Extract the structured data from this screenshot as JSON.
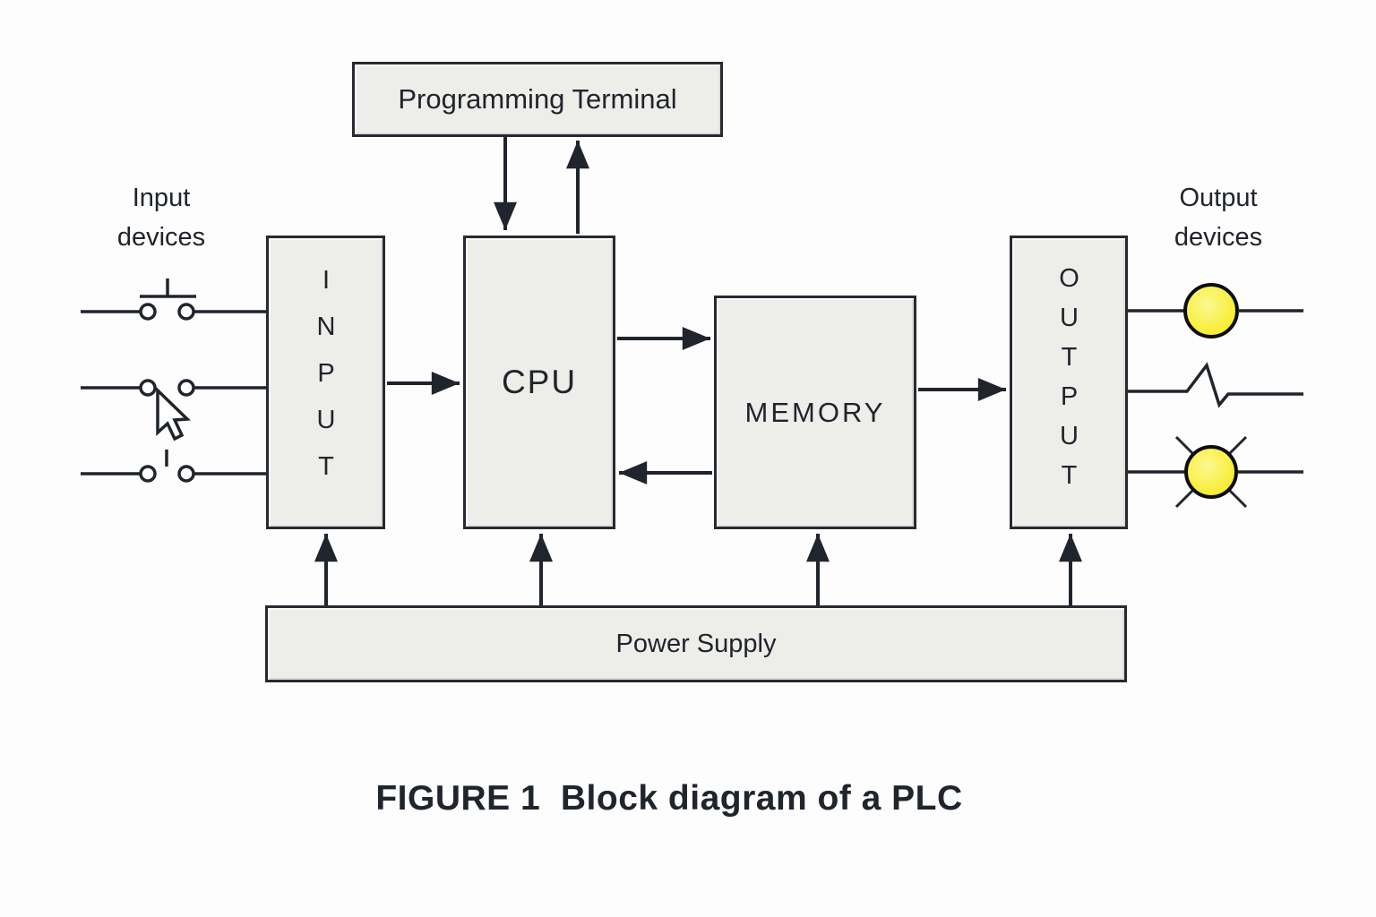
{
  "caption": "FIGURE 1  Block diagram of a PLC",
  "labels": {
    "programming_terminal": "Programming Terminal",
    "input_devices": "Input devices",
    "output_devices": "Output devices"
  },
  "blocks": {
    "input": "INPUT",
    "cpu": "CPU",
    "memory": "MEMORY",
    "output": "OUTPUT",
    "power_supply": "Power Supply"
  },
  "icons": {
    "input_device_1": "pushbutton-normally-open-icon",
    "input_device_2": "switch-contact-with-cursor-icon",
    "input_device_3": "limit-switch-contact-icon",
    "output_device_1": "lamp-icon",
    "output_device_2": "load-break-zigzag-icon",
    "output_device_3": "lit-lamp-icon"
  },
  "colors": {
    "box_fill": "#ededea",
    "box_border": "#262a31",
    "line": "#20242c",
    "text": "#20242c",
    "lamp_yellow": "#f6ea1c",
    "lamp_highlight": "#fdf992",
    "background": "#fdfdfd"
  }
}
